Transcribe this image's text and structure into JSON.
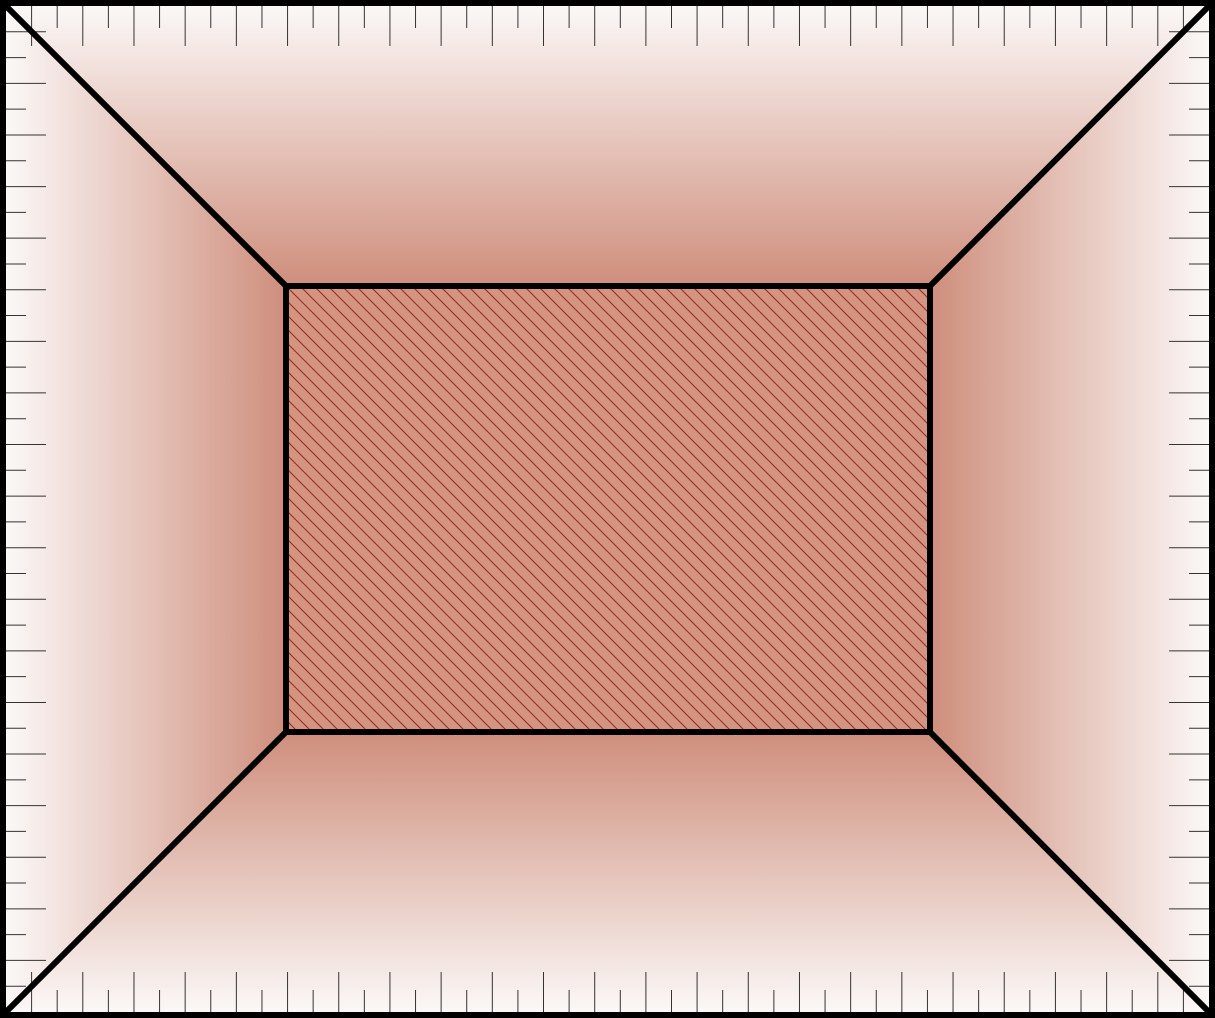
{
  "diagram": {
    "kind": "perspective-box",
    "colors": {
      "frame": "#000000",
      "outer_light": "#fbf8f7",
      "wall_dark": "#cf8e7c",
      "back_wall_fill": "#d4947f",
      "hatch_line": "#8f2a22",
      "tick": "#333333"
    },
    "ticks": {
      "top_count": 47,
      "bottom_count": 47,
      "left_count": 39,
      "right_count": 39
    }
  }
}
